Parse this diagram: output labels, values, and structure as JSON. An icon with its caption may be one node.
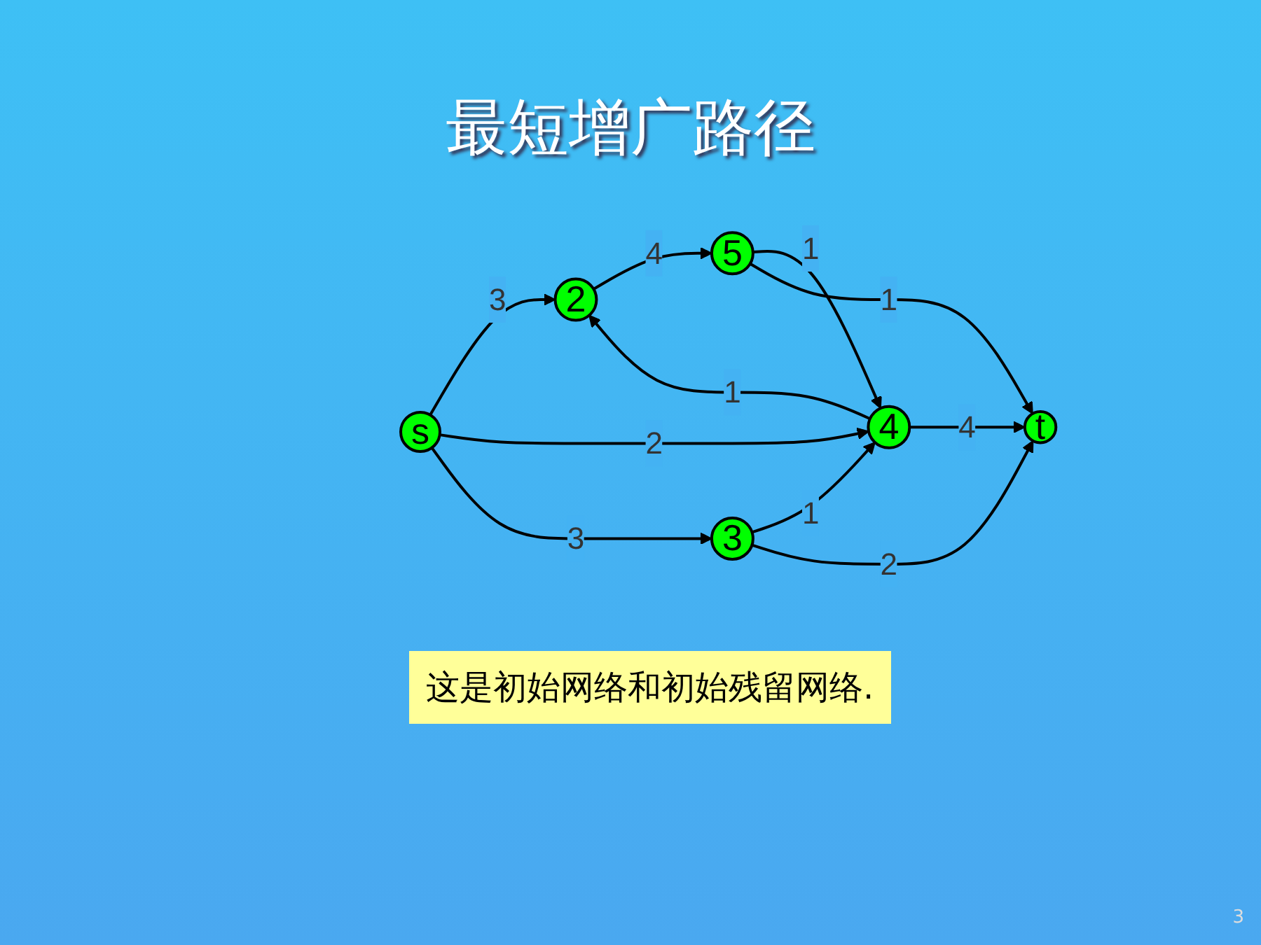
{
  "diagram": {
    "title": "最短增广路径",
    "caption": "这是初始网络和初始残留网络.",
    "nodes": [
      {
        "text": [
          "2"
        ]
      },
      {
        "text": [
          "5"
        ]
      },
      {
        "text": [
          "s"
        ]
      },
      {
        "text": [
          "4"
        ]
      },
      {
        "text": [
          "t"
        ]
      },
      {
        "text": [
          "3"
        ]
      }
    ],
    "edges": [
      {
        "from": 2,
        "to": 0,
        "arrow": "to",
        "label": "3"
      },
      {
        "from": 0,
        "to": 1,
        "arrow": "to",
        "label": "4"
      },
      {
        "from": 3,
        "to": 0,
        "arrow": "to",
        "label": "1"
      },
      {
        "from": 1,
        "to": 3,
        "arrow": "to",
        "label": "1"
      },
      {
        "from": 1,
        "to": 4,
        "arrow": "to",
        "label": "1"
      },
      {
        "from": 2,
        "to": 3,
        "arrow": "to",
        "label": "2"
      },
      {
        "from": 3,
        "to": 4,
        "arrow": "to",
        "label": "4"
      },
      {
        "from": 2,
        "to": 5,
        "arrow": "to",
        "label": "3"
      },
      {
        "from": 5,
        "to": 3,
        "arrow": "to",
        "label": "1"
      },
      {
        "from": 5,
        "to": 4,
        "arrow": "to",
        "label": "2"
      }
    ],
    "labels": [
      "3"
    ]
  }
}
